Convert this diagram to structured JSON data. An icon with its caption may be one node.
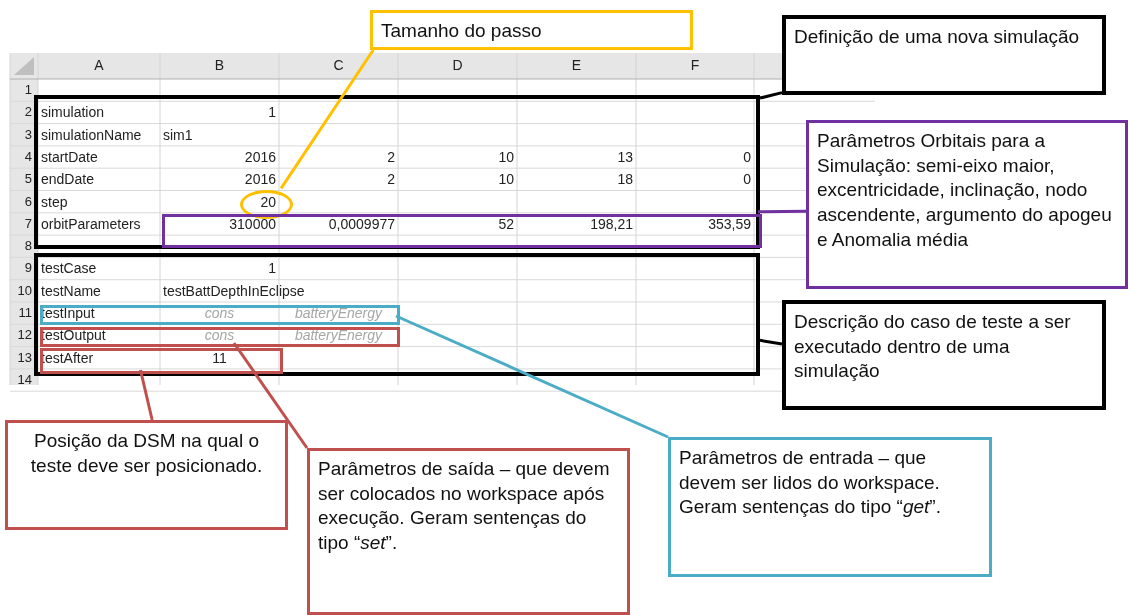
{
  "diagram": {
    "nodes": [
      {
        "text": [
          "Tamanho do passo"
        ]
      },
      {
        "text": [
          "Definição de uma nova simulação"
        ]
      },
      {
        "text": [],
        "shape": "box"
      },
      {
        "text": [],
        "shape": "circle",
        "in": 2
      },
      {
        "text": [],
        "shape": "box",
        "in": 2
      },
      {
        "text": [
          "Parâmetros Orbitais para a Simulação: semi-eixo maior, excentricidade, inclinação, nodo ascendente, argumento do apogeu e Anomalia média"
        ]
      },
      {
        "text": [],
        "shape": "box"
      },
      {
        "text": [],
        "shape": "box",
        "in": 6
      },
      {
        "text": [],
        "shape": "box",
        "in": 6
      },
      {
        "text": [],
        "shape": "box",
        "in": 6
      },
      {
        "text": [
          "Descrição do caso de teste a ser executado dentro de uma simulação"
        ]
      },
      {
        "text": [
          "Posição da DSM na qual o teste deve ser posicionado."
        ]
      },
      {
        "text": [
          "Parâmetros de saída – que devem ser colocados no workspace após execução. Geram sentenças do tipo “*set*”."
        ]
      },
      {
        "text": [
          "Parâmetros de entrada – que devem ser lidos do workspace. Geram sentenças do tipo “*get*”."
        ]
      }
    ],
    "edges": [
      {
        "from": 0,
        "to": 3,
        "arrow": "none",
        "color": "#ffc000"
      },
      {
        "from": 1,
        "to": 2,
        "arrow": "none"
      },
      {
        "from": 5,
        "to": 4,
        "arrow": "none",
        "color": "#7030a0"
      },
      {
        "from": 10,
        "to": 6,
        "arrow": "none"
      },
      {
        "from": 11,
        "to": 9,
        "arrow": "none",
        "color": "#c0504d"
      },
      {
        "from": 12,
        "to": 8,
        "arrow": "none",
        "color": "#c0504d"
      },
      {
        "from": 13,
        "to": 7,
        "arrow": "none",
        "color": "#4bacc6"
      }
    ],
    "labels": [
      "A",
      "B",
      "C",
      "D",
      "E",
      "F",
      "1",
      "2",
      "simulation",
      "1",
      "3",
      "simulationName",
      "sim1",
      "4",
      "startDate",
      "2016",
      "2",
      "10",
      "13",
      "0",
      "5",
      "endDate",
      "2016",
      "2",
      "10",
      "18",
      "0",
      "6",
      "step",
      "20",
      "7",
      "orbitParameters",
      "310000",
      "0,0009977",
      "52",
      "198,21",
      "353,59",
      "8",
      "9",
      "testCase",
      "1",
      "10",
      "testName",
      "testBattDepthInEclipse",
      "11",
      "testInput",
      "cons",
      "batteryEnergy",
      "12",
      "testOutput",
      "cons",
      "batteryEnergy",
      "13",
      "testAfter",
      "11",
      "14"
    ]
  }
}
